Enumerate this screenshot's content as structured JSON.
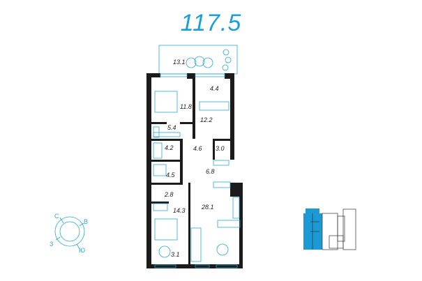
{
  "total_area": "117.5",
  "rooms": [
    {
      "name": "balcony",
      "area": "13.1"
    },
    {
      "name": "bathroom-top",
      "area": "4.4"
    },
    {
      "name": "bedroom-1",
      "area": "11.8"
    },
    {
      "name": "bedroom-2",
      "area": "12.2"
    },
    {
      "name": "wardrobe-1",
      "area": "5.4"
    },
    {
      "name": "bathroom-1",
      "area": "4.2"
    },
    {
      "name": "hall-1",
      "area": "4.6"
    },
    {
      "name": "storage",
      "area": "3.0"
    },
    {
      "name": "hall-2",
      "area": "6.8"
    },
    {
      "name": "bathroom-2",
      "area": "4.5"
    },
    {
      "name": "wardrobe-2",
      "area": "2.8"
    },
    {
      "name": "bedroom-3",
      "area": "14.3"
    },
    {
      "name": "living-kitchen",
      "area": "28.1"
    },
    {
      "name": "loggia",
      "area": "3.1"
    }
  ],
  "compass": {
    "n": "С",
    "e": "В",
    "s": "Ю",
    "w": "З"
  },
  "colors": {
    "accent": "#1a9fd6",
    "wall": "#1b1b1b",
    "highlight": "#1b9ad6"
  }
}
